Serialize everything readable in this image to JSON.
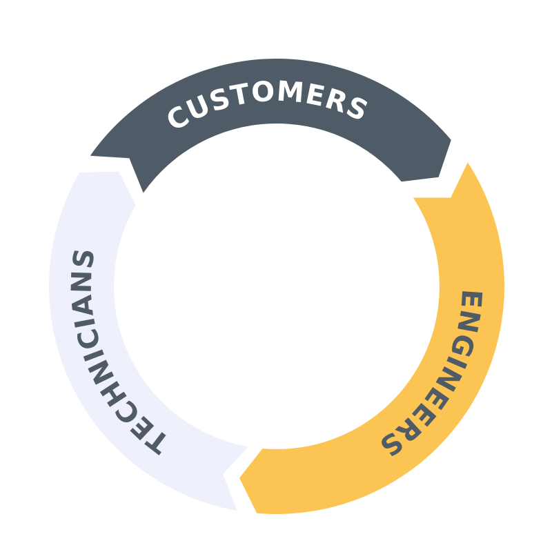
{
  "diagram": {
    "segments": [
      {
        "label": "CUSTOMERS",
        "fill": "#4f5b66",
        "text_color": "#ffffff",
        "start_deg": 305,
        "end_deg": 410,
        "label_deg": 357
      },
      {
        "label": "ENGINEERS",
        "fill": "#fcc453",
        "text_color": "#4f5b66",
        "start_deg": 57,
        "end_deg": 185,
        "label_deg": 119
      },
      {
        "label": "TECHNICIANS",
        "fill": "#eef0fc",
        "text_color": "#4f5b66",
        "start_deg": 190,
        "end_deg": 300,
        "label_deg": 248
      }
    ]
  }
}
